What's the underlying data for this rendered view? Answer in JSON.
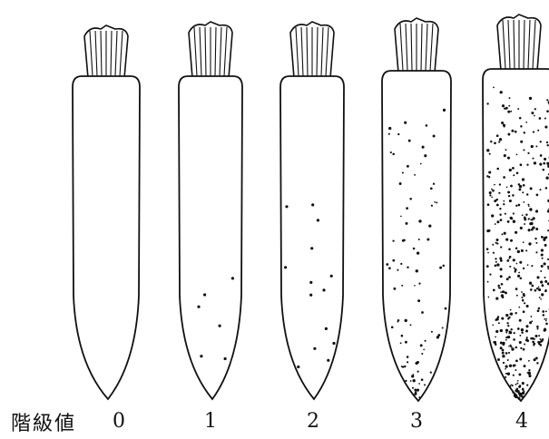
{
  "scale_title": "階級値",
  "grades": [
    {
      "label": "0",
      "severity": 0
    },
    {
      "label": "1",
      "severity": 1
    },
    {
      "label": "2",
      "severity": 2
    },
    {
      "label": "3",
      "severity": 3
    },
    {
      "label": "4",
      "severity": 4
    }
  ],
  "colors": {
    "ink": "#111111",
    "background": "#ffffff"
  }
}
